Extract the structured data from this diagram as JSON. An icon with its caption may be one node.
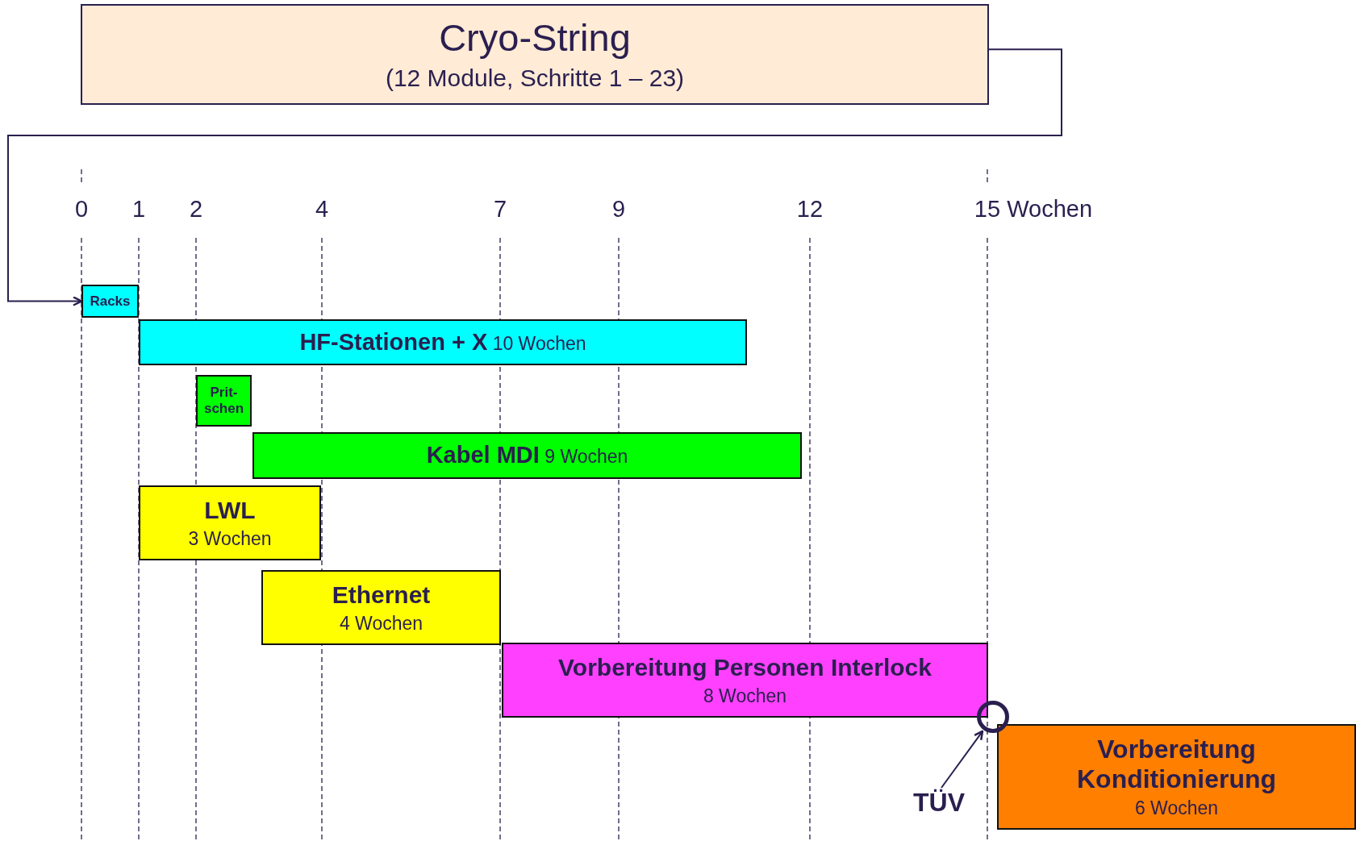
{
  "diagram": {
    "nodes": [
      {
        "text": [
          "Cryo-String",
          "(12 Module, Schritte 1 – 23)"
        ]
      },
      {
        "text": [
          "Racks"
        ]
      },
      {
        "text": [
          "**HF-Stationen + X** 10 Wochen"
        ]
      },
      {
        "text": [
          "Prit- schen"
        ]
      },
      {
        "text": [
          "**Kabel MDI** 9 Wochen"
        ]
      },
      {
        "text": [
          "LWL",
          "3 Wochen"
        ]
      },
      {
        "text": [
          "Ethernet",
          "4 Wochen"
        ]
      },
      {
        "text": [
          "Vorbereitung Personen Interlock",
          "8 Wochen"
        ]
      },
      {
        "text": [
          "Vorbereitung Konditionierung",
          "6 Wochen"
        ]
      },
      {
        "text": [
          "TÜV"
        ]
      },
      {
        "text": [],
        "shape": "circle"
      }
    ],
    "edges": [
      {
        "from": 0,
        "to": 1,
        "arrow": "to"
      },
      {
        "from": 9,
        "to": 10,
        "arrow": "to"
      }
    ],
    "labels": [
      "0",
      "1",
      "2",
      "4",
      "7",
      "9",
      "12",
      "15 Wochen"
    ]
  }
}
